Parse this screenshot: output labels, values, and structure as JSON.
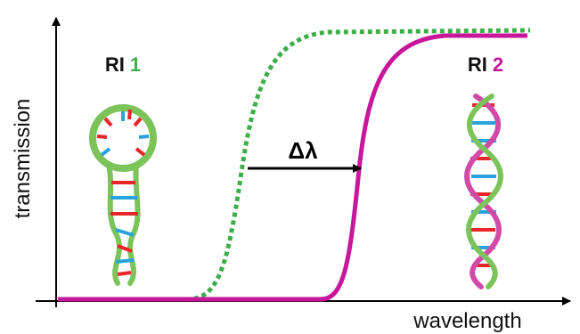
{
  "axes": {
    "y_label": "transmission",
    "x_label": "wavelength"
  },
  "shift_label": "Δλ",
  "states": [
    {
      "prefix": "RI",
      "number": "1",
      "color": "#3dae49",
      "line_style": "dotted"
    },
    {
      "prefix": "RI",
      "number": "2",
      "color": "#c8179a",
      "line_style": "solid"
    }
  ],
  "colors": {
    "axis": "#000000",
    "curve_1": "#3dae49",
    "curve_2": "#c8179a",
    "base_red": "#e8262a",
    "base_blue": "#29a3dd",
    "strand_green": "#7cc35a",
    "strand_magenta": "#d24aa8"
  },
  "icons": [
    "hairpin-dna-icon",
    "double-helix-dna-icon",
    "shift-arrow-icon"
  ]
}
